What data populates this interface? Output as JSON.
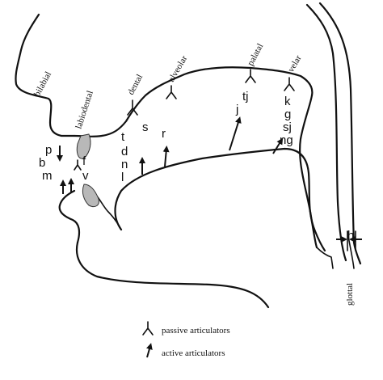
{
  "places": {
    "bilabial": "bilabial",
    "labiodental": "labiodental",
    "dental": "dental",
    "alveolar": "alveolar",
    "palatal": "palatal",
    "velar": "velar",
    "glottal": "glottal"
  },
  "symbols": {
    "p": "p",
    "b": "b",
    "m": "m",
    "f": "f",
    "v": "v",
    "t": "t",
    "d": "d",
    "n": "n",
    "l": "l",
    "s": "s",
    "r": "r",
    "tj": "tj",
    "j": "j",
    "k": "k",
    "g": "g",
    "sj": "sj",
    "ng": "ng",
    "h": "h"
  },
  "legend": {
    "passive": "passive articulators",
    "active": "active articulators"
  },
  "colors": {
    "ink": "#111111",
    "tooth": "#b8b8b8"
  }
}
